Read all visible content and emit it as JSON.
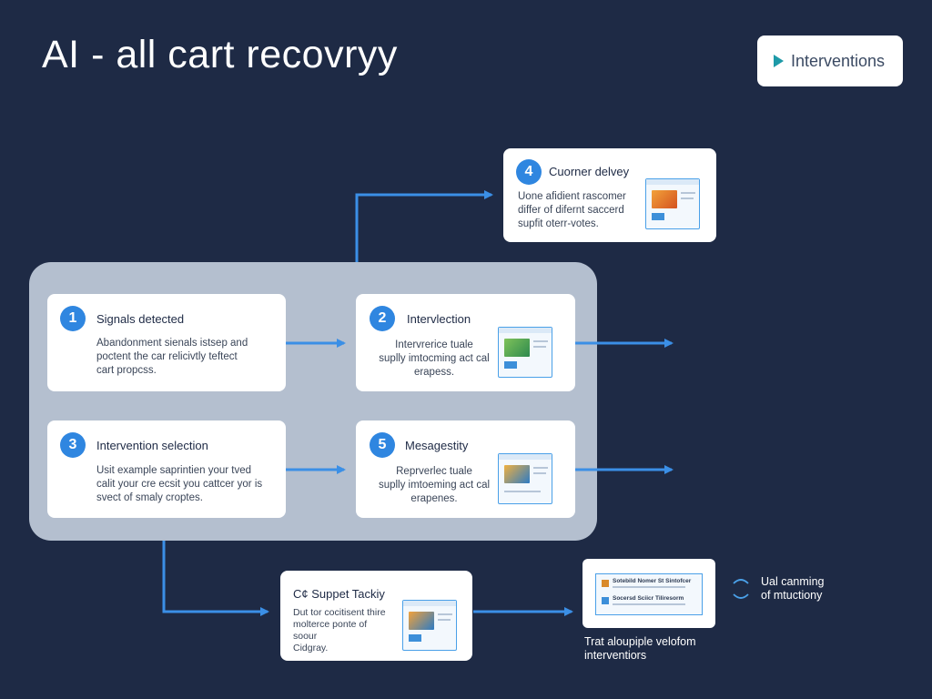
{
  "header": {
    "title": "AI - all cart recovryy",
    "button_label": "Interventions",
    "button_icon": "play-icon"
  },
  "cards": {
    "c1": {
      "num": "1",
      "title": "Signals detected",
      "body": "Abandonment sienals istsep and\npoctent the car relicivtly teftect\ncart propcss."
    },
    "c2": {
      "num": "2",
      "title": "Intervlection",
      "body": "Intervrerice tuale\nsuplly imtocming act cal\nerapess."
    },
    "c3": {
      "num": "3",
      "title": "Intervention selection",
      "body": "Usit example saprintien your tved\ncalit your cre ecsit you cattcer yor is\nsvect of smaly croptes."
    },
    "c4": {
      "num": "4",
      "title": "Cuorner delvey",
      "body": "Uone afidient rascomer\ndiffer of difernt saccerd\nsupfit oterr-votes."
    },
    "c5": {
      "num": "5",
      "title": "Mesagestity",
      "body": "Reprverlec tuale\nsuplly imtoeming act cal\nerapenes."
    },
    "c6": {
      "title": "C¢ Suppet Tackiy",
      "body": "Dut tor cocitisent thire\nmolterce ponte of\nsoour\nCidgray."
    }
  },
  "mini_panel": {
    "rows": [
      "Sotebild Nomer St Sintofcer",
      "Socersd Sciicr Tiliresorm"
    ]
  },
  "captions": {
    "bottom": "Trat aloupiple velofom\ninterventiors",
    "right": "Ual canming\nof mtuctiony"
  },
  "colors": {
    "background": "#1e2a45",
    "accent": "#2f86e0",
    "arrow": "#3b8fe6",
    "group": "#b4bfcf"
  }
}
